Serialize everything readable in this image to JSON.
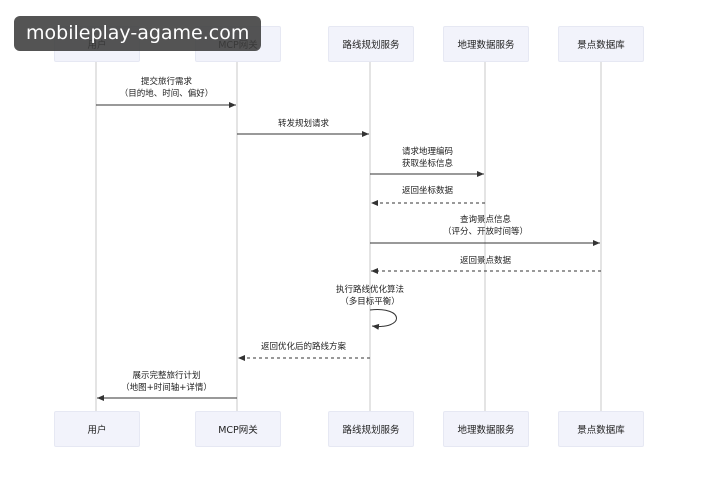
{
  "watermark": "mobileplay-agame.com",
  "participants": [
    {
      "label": "用户"
    },
    {
      "label": "MCP网关"
    },
    {
      "label": "路线规划服务"
    },
    {
      "label": "地理数据服务"
    },
    {
      "label": "景点数据库"
    }
  ],
  "messages": [
    {
      "lines": [
        "提交旅行需求",
        "（目的地、时间、偏好）"
      ],
      "style": "solid"
    },
    {
      "lines": [
        "转发规划请求"
      ],
      "style": "solid"
    },
    {
      "lines": [
        "请求地理编码",
        "获取坐标信息"
      ],
      "style": "solid"
    },
    {
      "lines": [
        "返回坐标数据"
      ],
      "style": "dashed"
    },
    {
      "lines": [
        "查询景点信息",
        "（评分、开放时间等）"
      ],
      "style": "solid"
    },
    {
      "lines": [
        "返回景点数据"
      ],
      "style": "dashed"
    },
    {
      "lines": [
        "执行路线优化算法",
        "（多目标平衡）"
      ],
      "style": "self"
    },
    {
      "lines": [
        "返回优化后的路线方案"
      ],
      "style": "dashed"
    },
    {
      "lines": [
        "展示完整旅行计划",
        "（地图+时间轴+详情）"
      ],
      "style": "solid"
    }
  ]
}
